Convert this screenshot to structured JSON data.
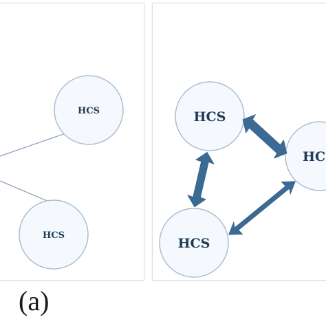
{
  "caption": "(a)",
  "colors": {
    "node_fill": "#f5f8fc",
    "node_stroke": "#a9bfd4",
    "arrow": "#3b6a95",
    "link": "#8fa6bd",
    "label": "#1f3b57"
  },
  "left_panel": {
    "nodes": [
      {
        "label": "HCS"
      },
      {
        "label": "HCS"
      }
    ]
  },
  "right_panel": {
    "nodes": [
      {
        "label": "HCS"
      },
      {
        "label": "HC"
      },
      {
        "label": "HCS"
      }
    ]
  }
}
